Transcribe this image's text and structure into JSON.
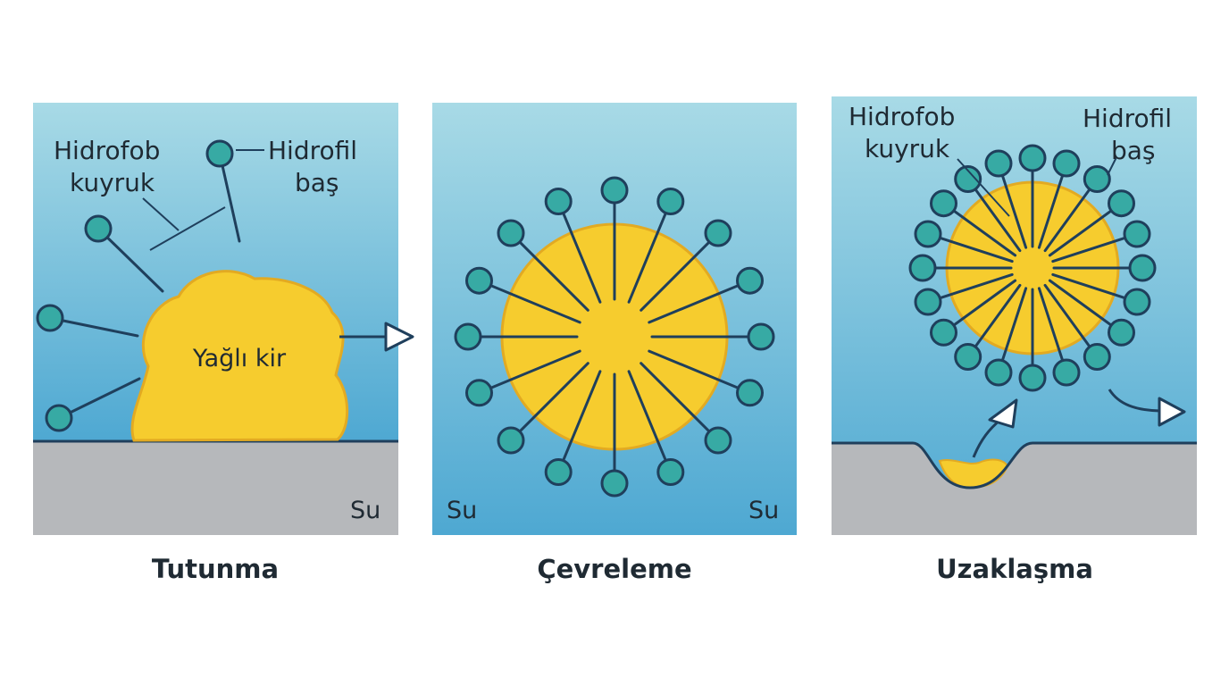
{
  "panels": [
    {
      "caption": "Tutunma",
      "labels": {
        "tail": "Hidrofob\nkuyruk",
        "head": "Hidrofil\nbaş",
        "dirt": "Yağlı kir",
        "water": "Su"
      }
    },
    {
      "caption": "Çevreleme",
      "labels": {
        "water_left": "Su",
        "water_right": "Su"
      }
    },
    {
      "caption": "Uzaklaşma",
      "labels": {
        "tail": "Hidrofob\nkuyruk",
        "head": "Hidrofil\nbaş"
      }
    }
  ],
  "colors": {
    "water_top": "#a8dae6",
    "water_bottom": "#4ea8d2",
    "surface": "#b6b8bb",
    "surface_line": "#1f3f5c",
    "dirt": "#f6cc2e",
    "dirt_edge": "#e2aa22",
    "head": "#37aaa4",
    "tail": "#1f3f5c"
  },
  "icons": [
    "arrow-right-icon",
    "arrow-up-icon",
    "molecule-icon"
  ]
}
